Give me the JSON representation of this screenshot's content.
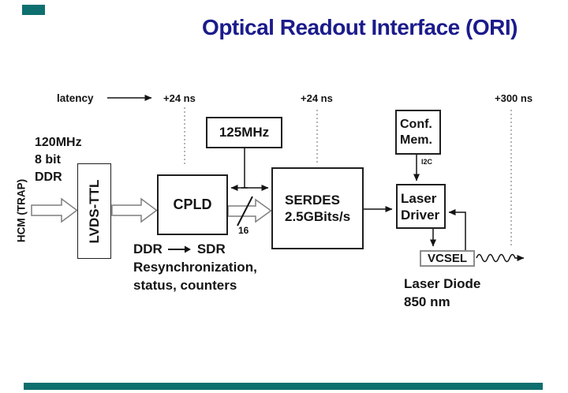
{
  "colors": {
    "accent_teal": "#0e6f6f",
    "title_navy": "#1b1b8c"
  },
  "title": "Optical Readout Interface (ORI)",
  "timeline": {
    "latency_label": "latency",
    "cpld_latency": "+24 ns",
    "serdes_latency": "+24 ns",
    "laser_latency": "+300 ns"
  },
  "input": {
    "line1": "120MHz",
    "line2": "8 bit",
    "line3": "DDR",
    "source": "HCM (TRAP)"
  },
  "blocks": {
    "lvds": "LVDS-TTL",
    "cpld": "CPLD",
    "clock": "125MHz",
    "serdes_line1": "SERDES",
    "serdes_line2": "2.5GBits/s",
    "conf_mem_line1": "Conf.",
    "conf_mem_line2": "Mem.",
    "laser_driver_line1": "Laser",
    "laser_driver_line2": "Driver",
    "vcsel": "VCSEL"
  },
  "annotations": {
    "i2c": "I2C",
    "bus_width": "16",
    "ddr": "DDR",
    "sdr": "SDR",
    "resync_line1": "Resynchronization,",
    "resync_line2": "status, counters",
    "laser_diode_line1": "Laser Diode",
    "laser_diode_line2": "850 nm"
  }
}
